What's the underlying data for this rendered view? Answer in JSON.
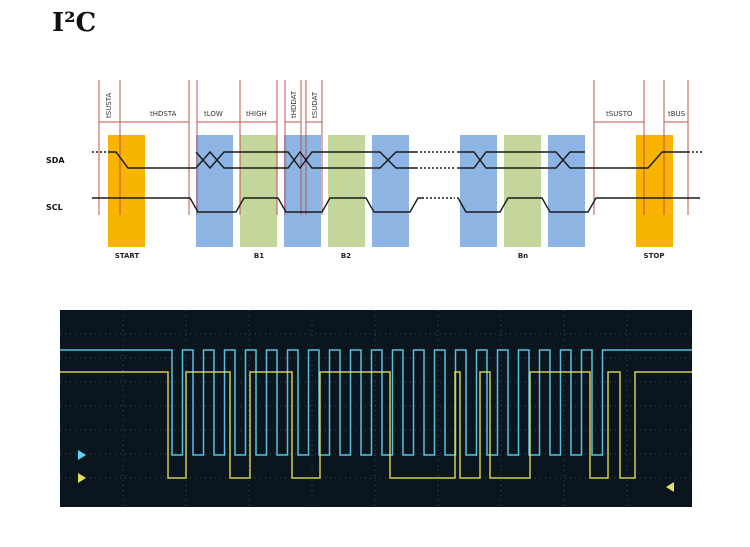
{
  "title": "I²C",
  "timing_labels": {
    "t_susta": "tSUSTA",
    "t_hdsta": "tHDSTA",
    "t_low": "tLOW",
    "t_high": "tHIGH",
    "t_hddat": "tHDDAT",
    "t_sudat": "tSUDAT",
    "t_susto": "tSUSTO",
    "t_bus": "tBUS"
  },
  "signals": {
    "sda": "SDA",
    "scl": "SCL"
  },
  "segments": {
    "start": "START",
    "b1": "B1",
    "b2": "B2",
    "bn": "Bn",
    "stop": "STOP"
  },
  "colors": {
    "start_stop": "#f7b400",
    "data_setup": "#8eb4e3",
    "clock_high": "#c3d69b",
    "timing_line": "#c0504d",
    "signal": "#1a1a1a",
    "scope_bg": "#0b151e",
    "scope_sda": "#5fd3f3",
    "scope_scl": "#e6e05a"
  }
}
